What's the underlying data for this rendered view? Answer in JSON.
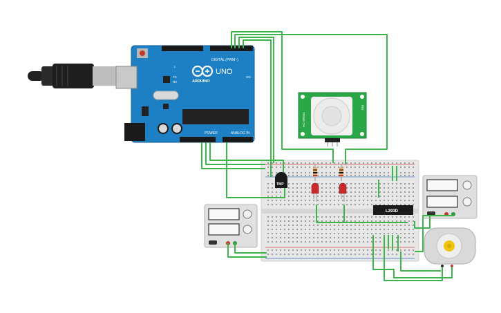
{
  "arduino": {
    "logo": "ARDUINO",
    "model": "UNO",
    "digital_label": "DIGITAL (PWM~)",
    "power_label": "POWER",
    "analog_label": "ANALOG IN",
    "tx": "TX",
    "rx": "RX",
    "l": "L",
    "on": "ON"
  },
  "pir_sensor": {
    "left_text": "HC-SR501",
    "right_text": "PIR"
  },
  "temp_sensor": {
    "label": "TMP"
  },
  "driver_ic": {
    "label": "L293D"
  },
  "colors": {
    "wire": "#3cb54a",
    "board": "#1d7fc4",
    "pir_board": "#2aa847",
    "breadboard": "#e7e7e7",
    "led": "#cc2a2a",
    "supply": "#e0e0e0"
  },
  "icons": {
    "usb": "usb-cable-icon",
    "barrel": "power-jack-icon",
    "motor": "dc-motor-icon",
    "supply": "power-supply-icon"
  }
}
